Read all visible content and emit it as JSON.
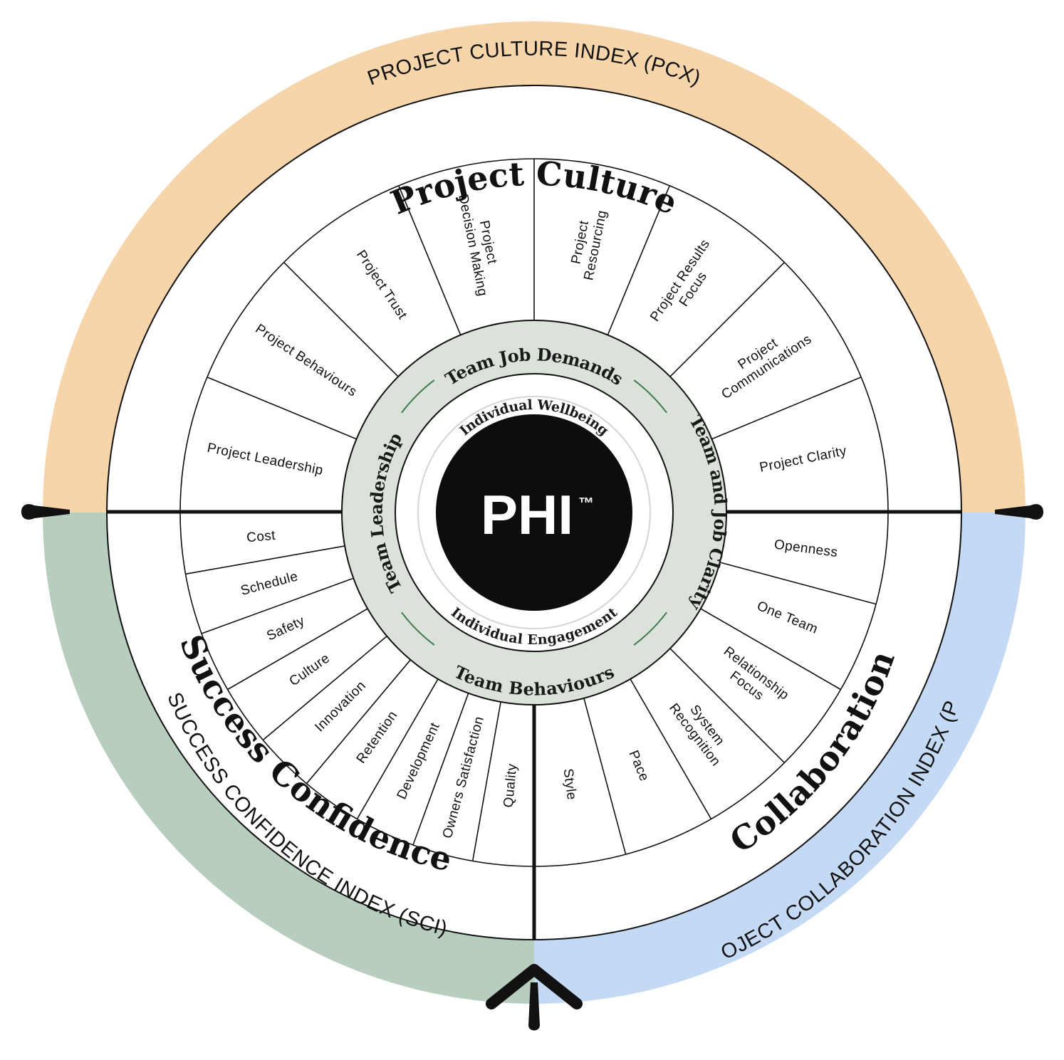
{
  "bands": {
    "top": {
      "label": "PROJECT CULTURE INDEX (PCX)",
      "color": "#f6d5ab"
    },
    "left": {
      "label": "SUCCESS CONFIDENCE INDEX (SCI)",
      "color": "#b7cdbd"
    },
    "right": {
      "label": "PROJECT COLLABORATION INDEX (PCI)",
      "color": "#c3d9f4"
    }
  },
  "sections": {
    "culture": "Project Culture",
    "success": "Success Confidence",
    "collaboration": "Collaboration"
  },
  "segments": {
    "culture": [
      "Project Leadership",
      "Project Behaviours",
      "Project Trust",
      "Project\nDecision Making",
      "Project\nResourcing",
      "Project Results\nFocus",
      "Project\nCommunications",
      "Project Clarity"
    ],
    "collaboration": [
      "Openness",
      "One Team",
      "Relationship\nFocus",
      "System\nRecognition",
      "Pace",
      "Style"
    ],
    "success": [
      "Quality",
      "Owners Satisfaction",
      "Development",
      "Retention",
      "Innovation",
      "Culture",
      "Safety",
      "Schedule",
      "Cost"
    ]
  },
  "ring": {
    "top": "Team Job Demands",
    "right": "Team and Job Clarity",
    "bottom": "Team Behaviours",
    "left": "Team Leadership",
    "color": "#dbe2da",
    "accent": "#3f7a4f"
  },
  "inner": {
    "top": "Individual Wellbeing",
    "bottom": "Individual Engagement"
  },
  "center": {
    "label": "PHI",
    "mark": "™"
  }
}
